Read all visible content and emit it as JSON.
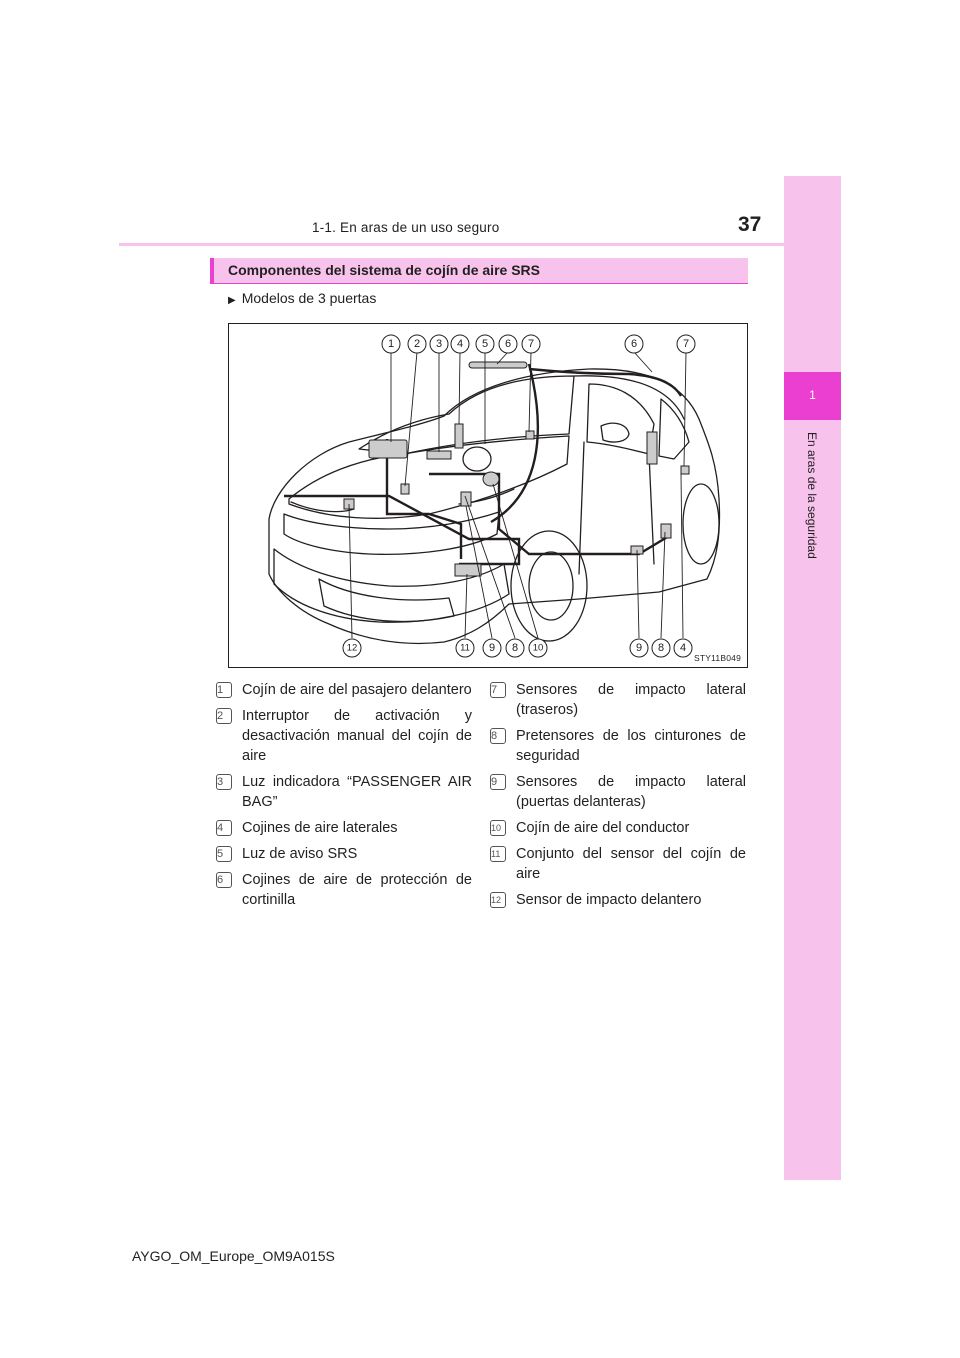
{
  "header": {
    "section_title": "1-1. En aras de un uso seguro",
    "page_number": "37"
  },
  "side_tab": {
    "chapter_number": "1",
    "chapter_label": "En aras de la seguridad",
    "tab_color": "#f7c3ec",
    "tab_accent_color": "#ea3fd0"
  },
  "heading": {
    "title": "Componentes del sistema de cojín de aire SRS"
  },
  "model": {
    "label": "Modelos de 3 puertas",
    "bullet_icon": "triangle-right-icon"
  },
  "figure": {
    "code": "STY11B049",
    "top_callouts": [
      "1",
      "2",
      "3",
      "4",
      "5",
      "6",
      "7",
      "6",
      "7"
    ],
    "bottom_callouts": [
      "12",
      "11",
      "9",
      "8",
      "10",
      "9",
      "8",
      "4"
    ]
  },
  "legend": {
    "left": [
      {
        "num": "1",
        "text": "Cojín de aire del pasajero delantero"
      },
      {
        "num": "2",
        "text": "Interruptor de activación y desactivación manual del cojín de aire"
      },
      {
        "num": "3",
        "text": "Luz indicadora “PASSENGER AIR BAG”"
      },
      {
        "num": "4",
        "text": "Cojines de aire laterales"
      },
      {
        "num": "5",
        "text": "Luz de aviso SRS"
      },
      {
        "num": "6",
        "text": "Cojines de aire de protección de cortinilla"
      }
    ],
    "right": [
      {
        "num": "7",
        "text": "Sensores de impacto lateral (traseros)"
      },
      {
        "num": "8",
        "text": "Pretensores de los cinturones de seguridad"
      },
      {
        "num": "9",
        "text": "Sensores de impacto lateral (puertas delanteras)"
      },
      {
        "num": "10",
        "text": "Cojín de aire del conductor"
      },
      {
        "num": "11",
        "text": "Conjunto del sensor del cojín de aire"
      },
      {
        "num": "12",
        "text": "Sensor de impacto delantero"
      }
    ]
  },
  "footer": {
    "text": "AYGO_OM_Europe_OM9A015S"
  }
}
